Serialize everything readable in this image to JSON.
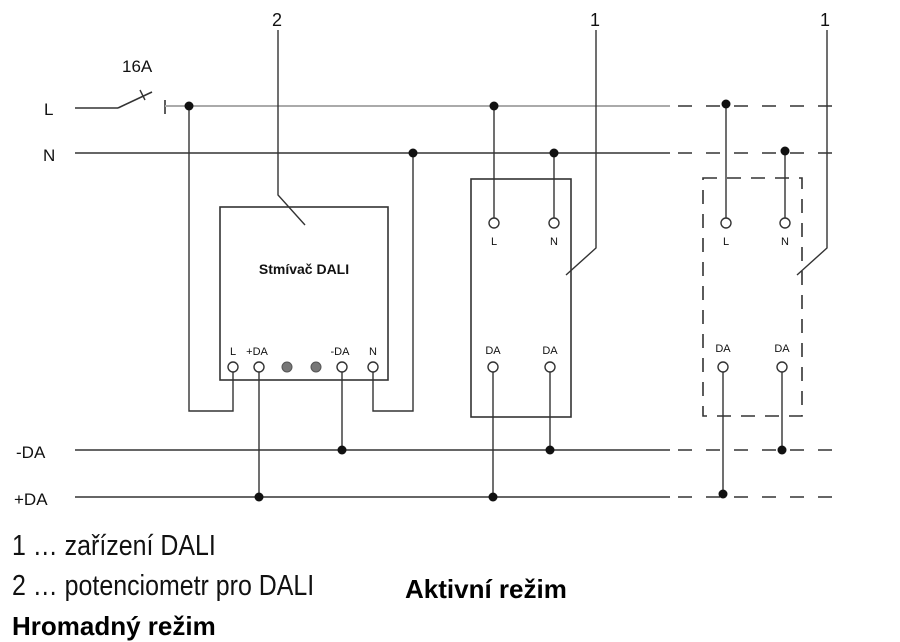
{
  "bus": {
    "L": "L",
    "N": "N",
    "minus_da": "-DA",
    "plus_da": "+DA"
  },
  "breaker": {
    "rating": "16A"
  },
  "callouts": {
    "device": "1",
    "potentiometer": "2"
  },
  "dimmer": {
    "title": "Stmívač DALI",
    "terminals": {
      "L": "L",
      "plus_da": "+DA",
      "minus_da": "-DA",
      "N": "N"
    }
  },
  "device": {
    "L": "L",
    "N": "N",
    "DA": "DA"
  },
  "legend": {
    "item1": "1 … zařízení DALI",
    "item2": "2 … potenciometr pro DALI"
  },
  "mode_label": "Aktivní režim",
  "bottom_label": "Hromadný režim"
}
